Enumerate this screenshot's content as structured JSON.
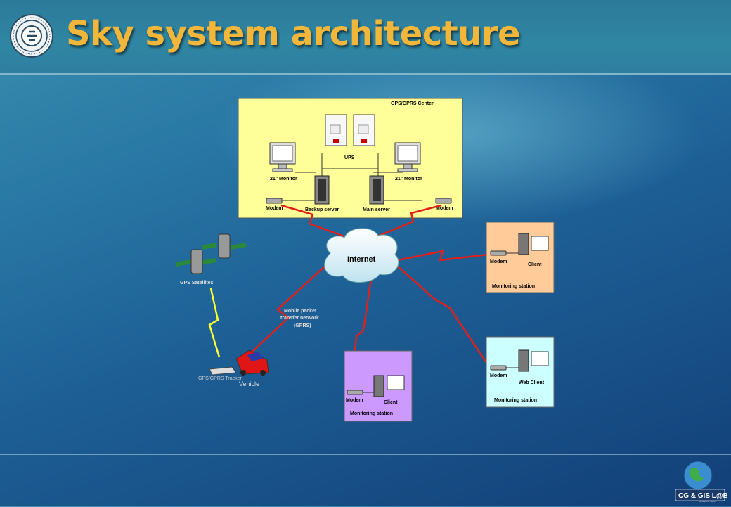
{
  "slide": {
    "title": "Sky system architecture",
    "logo_left_icon": "university-seal-icon",
    "logo_right_icon": "cg-gis-lab-globe-icon",
    "lab_logo_text": "CG & GIS L@B",
    "lab_logo_tagline": "Design the future"
  },
  "diagram": {
    "center": {
      "title": "GPS/GPRS Center",
      "ups": "UPS",
      "monitor_left": "21\" Monitor",
      "monitor_right": "21\" Monitor",
      "backup_server": "Backup server",
      "main_server": "Main server",
      "modem_left": "Modem",
      "modem_right": "Modem"
    },
    "internet": "Internet",
    "gps_satellites": "GPS Satellites",
    "gprs_label": [
      "Mobile packet",
      "transfer network",
      "(GPRS)"
    ],
    "tracker": "GPS/GPRS Tracker",
    "vehicle": "Vehicle",
    "station_orange": {
      "modem": "Modem",
      "client": "Client",
      "title": "Monitoring station"
    },
    "station_cyan": {
      "modem": "Modem",
      "client": "Web Client",
      "title": "Monitoring station"
    },
    "station_purple": {
      "modem": "Modem",
      "client": "Client",
      "title": "Monitoring station"
    }
  },
  "colors": {
    "title": "#f2b73a",
    "center_box": "#ffff99",
    "orange_box": "#ffcc99",
    "cyan_box": "#ccffff",
    "purple_box": "#cc99ff",
    "link_red": "#e0201a",
    "link_yellow": "#ffff33"
  }
}
